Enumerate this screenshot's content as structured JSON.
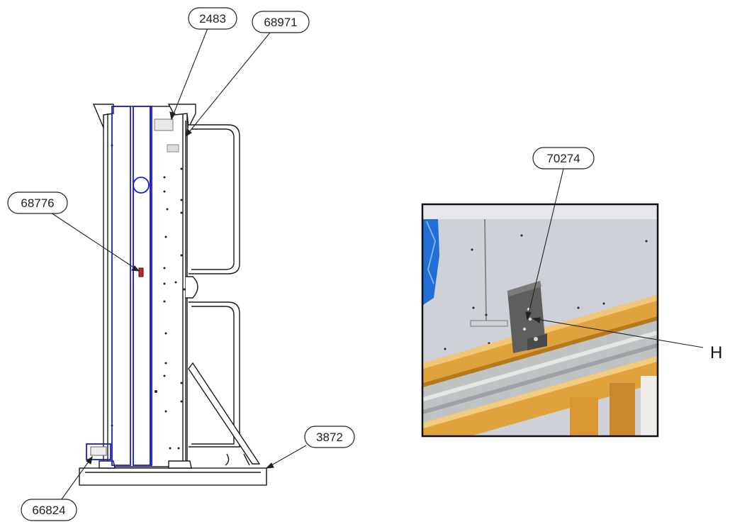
{
  "callouts": {
    "c2483": "2483",
    "c68971": "68971",
    "c68776": "68776",
    "c3872": "3872",
    "c66824": "66824",
    "c70274": "70274"
  },
  "letter_h": "H",
  "colors": {
    "outline": "#1a1a1a",
    "blue": "#1c1cd6",
    "panel": "#cfd1d8",
    "wood": "#e0a23c",
    "wood_dark": "#b57a1e",
    "bracket": "#5e5e5e",
    "rail": "#bfc3c4",
    "red": "#cc2222",
    "blue_wrap": "#1f6fd6"
  }
}
